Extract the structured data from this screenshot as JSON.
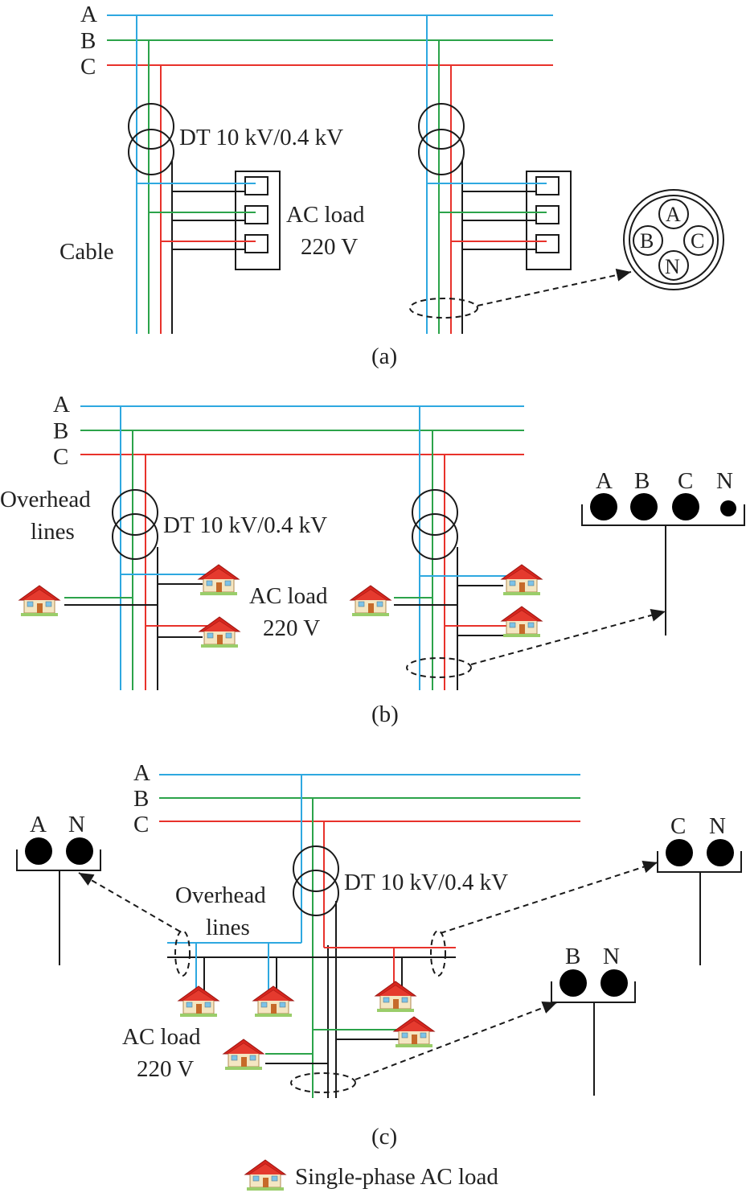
{
  "phase_labels": {
    "a": "A",
    "b": "B",
    "c": "C"
  },
  "panel_a": {
    "caption": "(a)",
    "transformer_label": "DT 10 kV/0.4 kV",
    "load_label_line1": "AC load",
    "load_label_line2": "220 V",
    "cable_label": "Cable",
    "cable_cross_section": [
      "A",
      "B",
      "C",
      "N"
    ]
  },
  "panel_b": {
    "caption": "(b)",
    "transformer_label": "DT 10 kV/0.4 kV",
    "overhead_line1": "Overhead",
    "overhead_line2": "lines",
    "load_label_line1": "AC load",
    "load_label_line2": "220 V",
    "conductor_labels": [
      "A",
      "B",
      "C",
      "N"
    ]
  },
  "panel_c": {
    "caption": "(c)",
    "transformer_label": "DT 10 kV/0.4 kV",
    "overhead_line1": "Overhead",
    "overhead_line2": "lines",
    "load_label_line1": "AC load",
    "load_label_line2": "220 V",
    "left_conductors": [
      "A",
      "N"
    ],
    "right_conductors": [
      "C",
      "N"
    ],
    "bottom_conductors": [
      "B",
      "N"
    ]
  },
  "legend": {
    "label": "Single-phase AC load",
    "icon": "house-icon"
  },
  "colors": {
    "phase_a": "#2ea8e0",
    "phase_b": "#2ca34a",
    "phase_c": "#e8322b",
    "neutral": "#1a1a1a"
  }
}
